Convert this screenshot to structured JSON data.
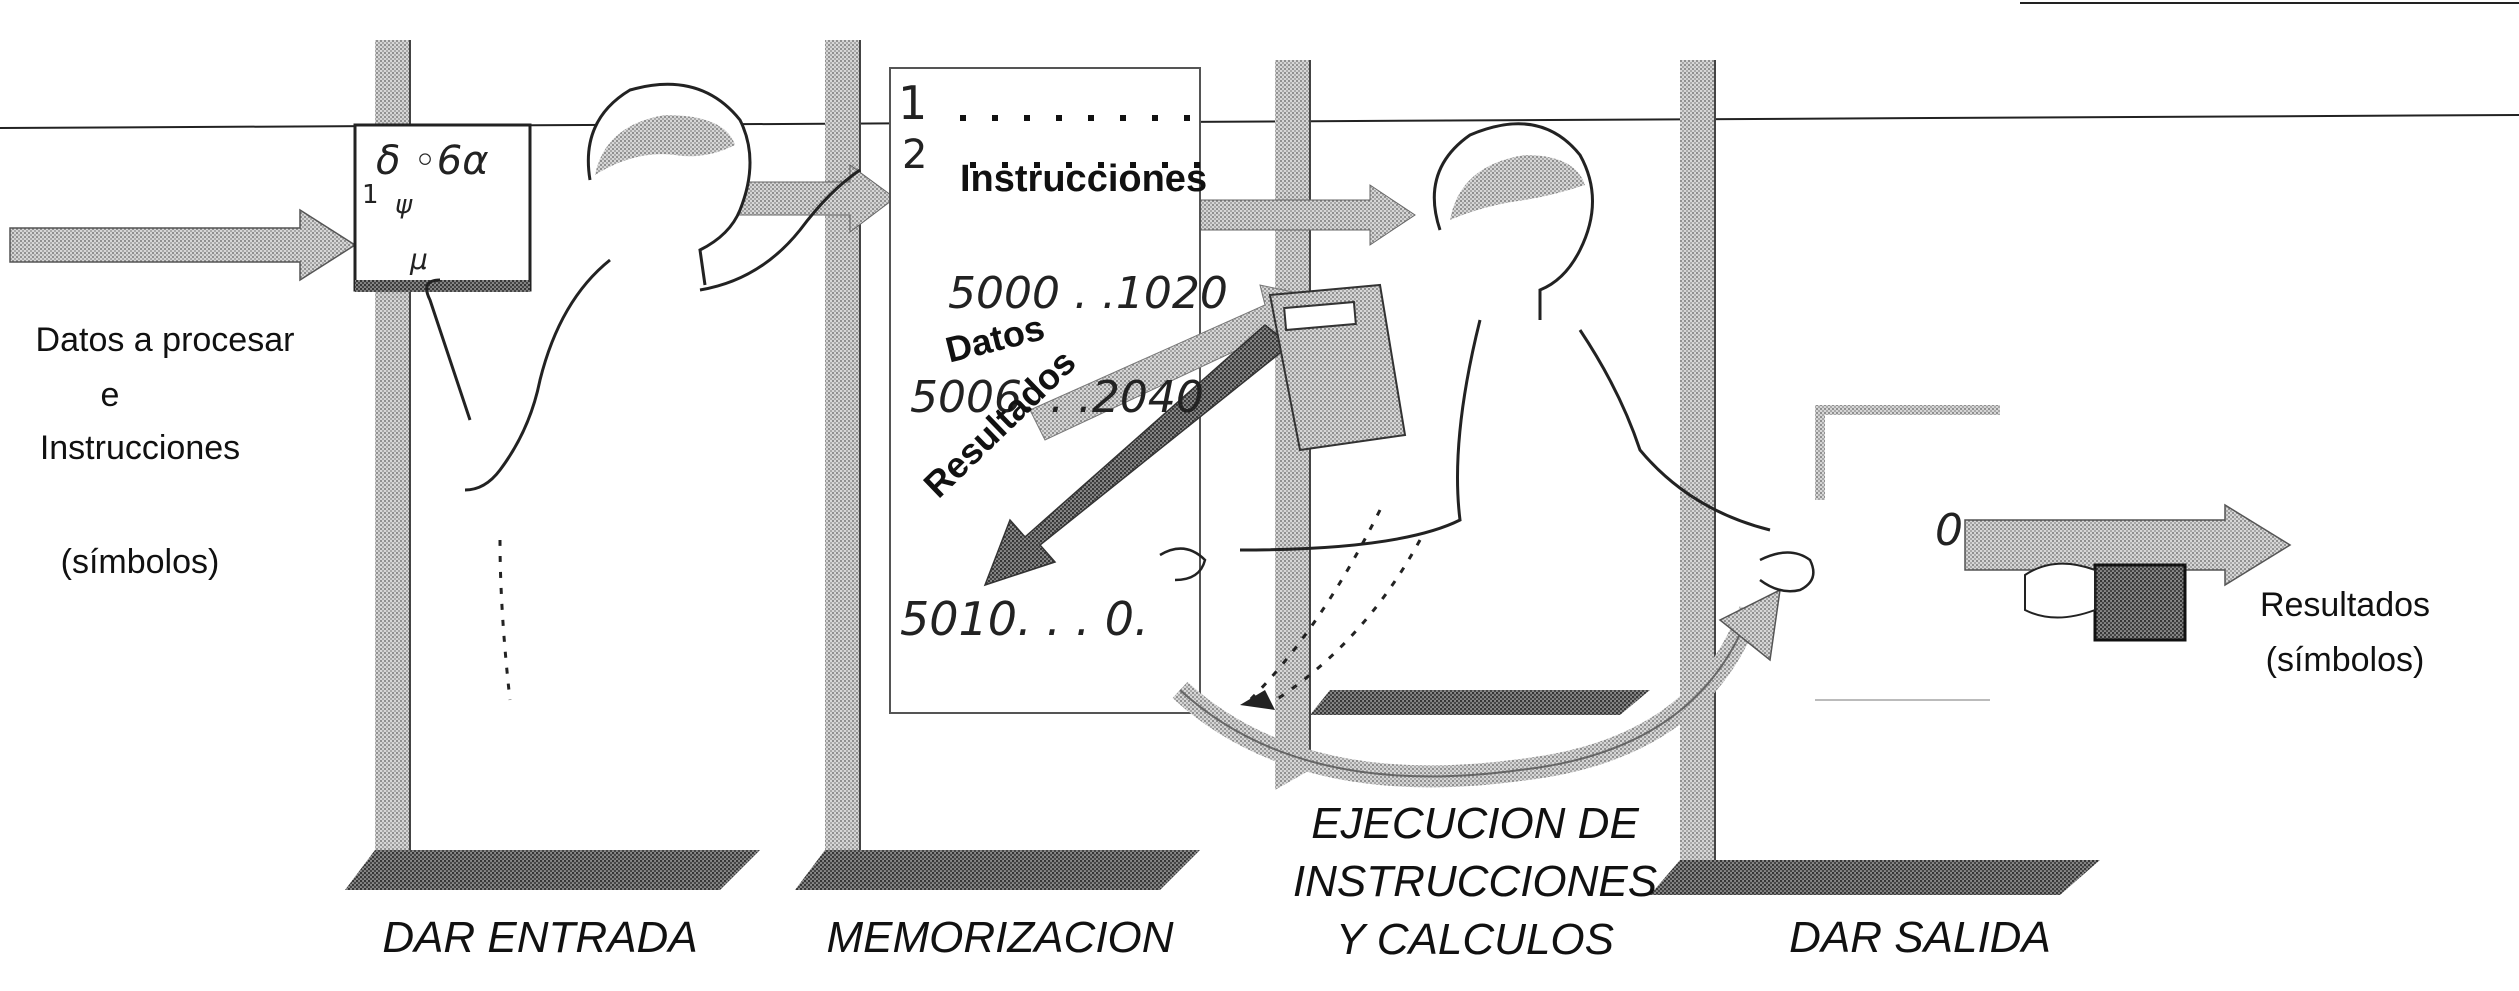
{
  "input": {
    "line1": "Datos a procesar",
    "line2": "e",
    "line3": "Instrucciones",
    "line4": "(símbolos)"
  },
  "memory": {
    "row1": "1",
    "row2": "2",
    "instrucciones_label": "Instrucciones",
    "data1": "5000 . .1020",
    "datos_label": "Datos",
    "data2": "5006. . .2040",
    "resultados_label": "Resultados",
    "result": "5010. . . 0."
  },
  "card": {
    "top_symbols": "δ  ◦6α",
    "left_symbol": "1",
    "mid_symbol": "ψ",
    "bottom_symbol": "μ"
  },
  "output": {
    "value": "0",
    "line1": "Resultados",
    "line2": "(símbolos)"
  },
  "stages": {
    "stage1": "DAR ENTRADA",
    "stage2": "MEMORIZACION",
    "stage3_line1": "EJECUCION DE",
    "stage3_line2": "INSTRUCCIONES",
    "stage3_line3": "Y CALCULOS",
    "stage4": "DAR SALIDA"
  }
}
